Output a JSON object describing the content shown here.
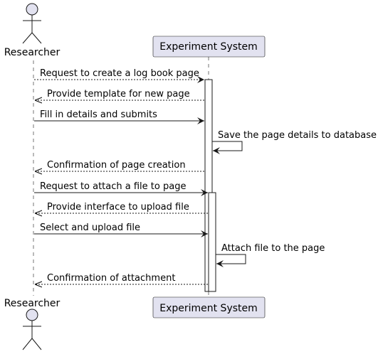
{
  "participants": {
    "actor": "Researcher",
    "system": "Experiment System"
  },
  "messages": [
    {
      "label": "Request to create a log book page",
      "style": "dashed",
      "dir": "to-system"
    },
    {
      "label": "Provide template for new page",
      "style": "dashed",
      "dir": "to-actor"
    },
    {
      "label": "Fill in details and submits",
      "style": "solid",
      "dir": "to-system"
    },
    {
      "label": "Save the page details to database",
      "style": "solid",
      "dir": "self"
    },
    {
      "label": "Confirmation of page creation",
      "style": "dashed",
      "dir": "to-actor"
    },
    {
      "label": "Request to attach a file to page",
      "style": "solid",
      "dir": "to-system"
    },
    {
      "label": "Provide interface to upload file",
      "style": "dashed",
      "dir": "to-actor"
    },
    {
      "label": "Select and upload file",
      "style": "solid",
      "dir": "to-system"
    },
    {
      "label": "Attach file to the page",
      "style": "solid",
      "dir": "self"
    },
    {
      "label": "Confirmation of attachment",
      "style": "dashed",
      "dir": "to-actor"
    }
  ],
  "colors": {
    "participant_fill": "#E2E2F0",
    "line": "#181818"
  }
}
